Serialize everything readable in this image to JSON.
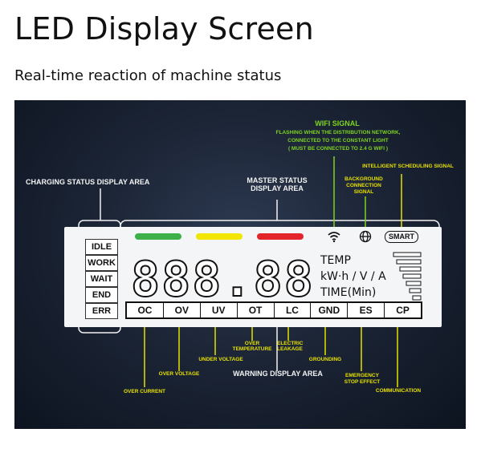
{
  "header": {
    "title": "LED Display Screen",
    "subtitle": "Real-time reaction of machine status"
  },
  "annotations": {
    "wifi_title": "WIFI SIGNAL",
    "wifi_desc1": "FLASHING WHEN THE DISTRIBUTION NETWORK,",
    "wifi_desc2": "CONNECTED TO THE CONSTANT LIGHT",
    "wifi_desc3": "( MUST BE CONNECTED TO 2.4 G WIFI )",
    "smart": "INTELLIGENT SCHEDULING SIGNAL",
    "background1": "BACKGROUND",
    "background2": "CONNECTION",
    "background3": "SIGNAL",
    "master1": "MASTER STATUS",
    "master2": "DISPLAY AREA",
    "charging": "CHARGING STATUS DISPLAY AREA",
    "warning": "WARNING DISPLAY AREA",
    "over_temp1": "OVER",
    "over_temp2": "TEMPERATURE",
    "electric1": "ELECTRIC",
    "electric2": "LEAKAGE",
    "under_voltage": "UNDER VOLTAGE",
    "grounding": "GROUNDING",
    "over_voltage": "OVER VOLTAGE",
    "emergency1": "EMERGENCY",
    "emergency2": "STOP EFFECT",
    "over_current": "OVER CURRENT",
    "communication": "COMMUNICATION"
  },
  "display": {
    "status_tags": [
      "IDLE",
      "WORK",
      "WAIT",
      "END",
      "ERR"
    ],
    "digits": "888.88",
    "units": [
      "TEMP",
      "kW·h / V / A",
      "TIME(Min)"
    ],
    "smart_badge": "SMART",
    "warnings": [
      "OC",
      "OV",
      "UV",
      "OT",
      "LC",
      "GND",
      "ES",
      "CP"
    ],
    "bar_colors": [
      "#3db049",
      "#f2e600",
      "#e3242b"
    ]
  },
  "colors": {
    "annotation_yellow": "#e6e000",
    "annotation_green": "#7ed321"
  }
}
